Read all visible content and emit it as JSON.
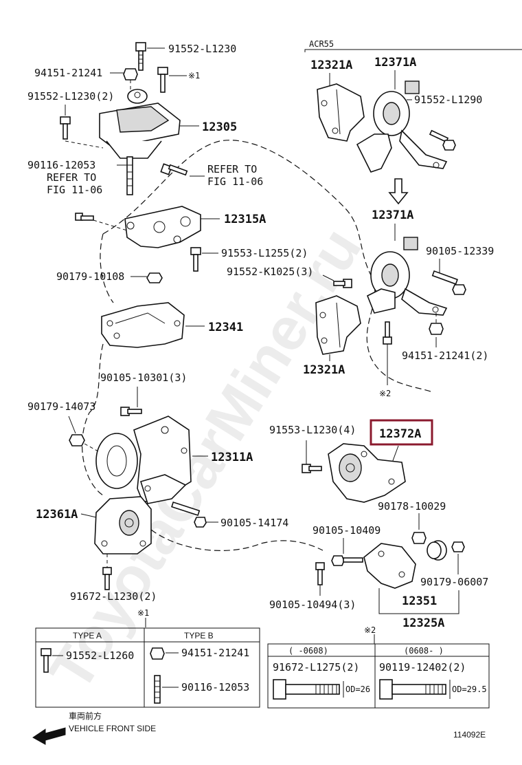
{
  "watermark": "ToyotaCarMiner.ru",
  "variant_label": "ACR55",
  "labels": {
    "p91552_L1230_top": "91552-L1230",
    "p94151_21241_top": "94151-21241",
    "note1_top": "※1",
    "p91552_L1230_2": "91552-L1230(2)",
    "p12305": "12305",
    "p90116_12053": "90116-12053",
    "refer_left_1": "REFER TO",
    "refer_left_2": "FIG 11-06",
    "refer_right_1": "REFER TO",
    "refer_right_2": "FIG 11-06",
    "p12315A": "12315A",
    "p91553_L1255": "91553-L1255(2)",
    "p90179_10108": "90179-10108",
    "p91552_K1025": "91552-K1025(3)",
    "p12341": "12341",
    "p12321A_low": "12321A",
    "p90105_10301": "90105-10301(3)",
    "p90179_14073": "90179-14073",
    "p12311A": "12311A",
    "p12361A": "12361A",
    "p90105_14174": "90105-14174",
    "p91672_L1230": "91672-L1230(2)",
    "note1_bottom": "※1",
    "p12321A_top": "12321A",
    "p12371A_top": "12371A",
    "p91552_L1290": "91552-L1290",
    "p12371A_mid": "12371A",
    "p90105_12339": "90105-12339",
    "p94151_21241_2": "94151-21241(2)",
    "note2_mid": "※2",
    "p91553_L1230_4": "91553-L1230(4)",
    "p12372A": "12372A",
    "p90178_10029": "90178-10029",
    "p90105_10409": "90105-10409",
    "p90179_06007": "90179-06007",
    "p90105_10494": "90105-10494(3)",
    "p12351": "12351",
    "p12325A": "12325A",
    "note2_bottom": "※2"
  },
  "table_left": {
    "col_a": "TYPE A",
    "col_b": "TYPE B",
    "a_part": "91552-L1260",
    "b_part1": "94151-21241",
    "b_part2": "90116-12053"
  },
  "table_right": {
    "col_1": "(    -0608)",
    "col_2": "(0608-     )",
    "part_1": "91672-L1275(2)",
    "part_2": "90119-12402(2)",
    "od_1": "OD=26",
    "od_2": "OD=29.5"
  },
  "footer": {
    "jp_label": "車両前方",
    "en_label": "VEHICLE FRONT SIDE",
    "figure_number": "114092E"
  },
  "colors": {
    "highlight_box": "#8b1a2e",
    "ink": "#111111"
  }
}
